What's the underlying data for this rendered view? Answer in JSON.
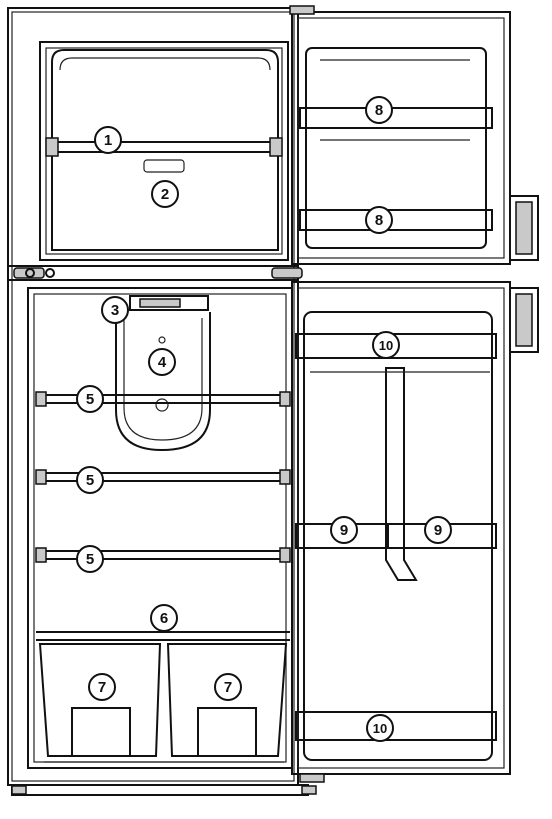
{
  "diagram": {
    "callouts": [
      {
        "id": "c1",
        "text": "1"
      },
      {
        "id": "c2",
        "text": "2"
      },
      {
        "id": "c3",
        "text": "3"
      },
      {
        "id": "c4",
        "text": "4"
      },
      {
        "id": "c5a",
        "text": "5"
      },
      {
        "id": "c5b",
        "text": "5"
      },
      {
        "id": "c5c",
        "text": "5"
      },
      {
        "id": "c6",
        "text": "6"
      },
      {
        "id": "c7a",
        "text": "7"
      },
      {
        "id": "c7b",
        "text": "7"
      },
      {
        "id": "c8a",
        "text": "8"
      },
      {
        "id": "c8b",
        "text": "8"
      },
      {
        "id": "c9a",
        "text": "9"
      },
      {
        "id": "c9b",
        "text": "9"
      },
      {
        "id": "c10a",
        "text": "10"
      },
      {
        "id": "c10b",
        "text": "10"
      }
    ]
  }
}
